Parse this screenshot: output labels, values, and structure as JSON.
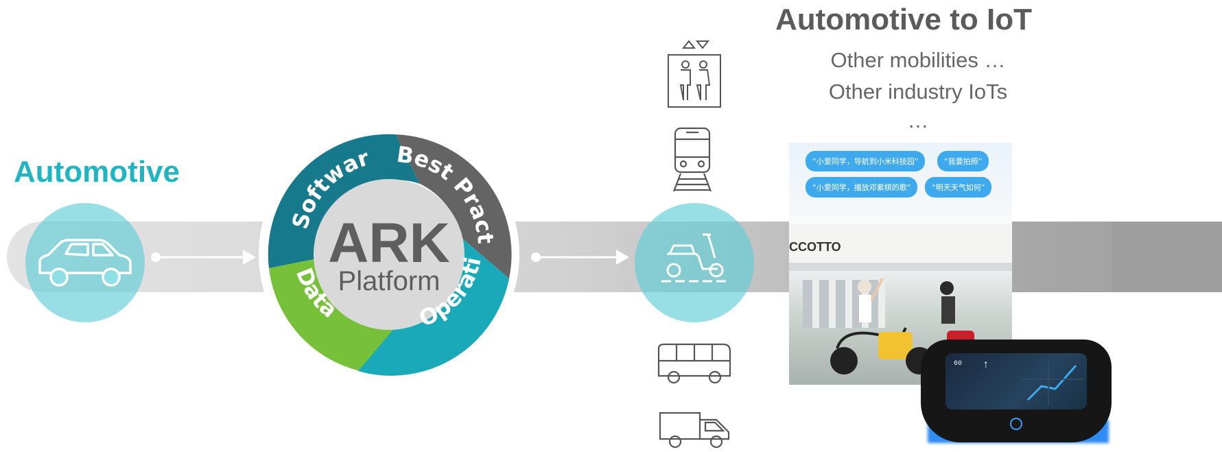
{
  "left_section": {
    "label": "Automotive",
    "icon": "car-icon"
  },
  "platform": {
    "title": "ARK",
    "subtitle": "Platform",
    "segments": [
      "Software",
      "Best Practice",
      "Operation",
      "Data"
    ],
    "colors": {
      "software": "#167a8c",
      "best_practice": "#646464",
      "operation": "#19a9b8",
      "data": "#77c13a"
    }
  },
  "middle_icons": [
    "elevator-icon",
    "train-icon",
    "scooter-icon",
    "bus-icon",
    "truck-icon"
  ],
  "right_section": {
    "title": "Automotive to IoT",
    "lines": [
      "Other mobilities …",
      "Other industry IoTs",
      "…"
    ],
    "photo": {
      "bubbles": [
        "“小爱同学，导航到小米科技园”",
        "“我要拍照”",
        "“小爱同学，播放邓紫棋的歌”",
        "“明天天气如何”"
      ],
      "sign_text": "CCOTTO"
    }
  },
  "accent_color": "#1fb5c2"
}
